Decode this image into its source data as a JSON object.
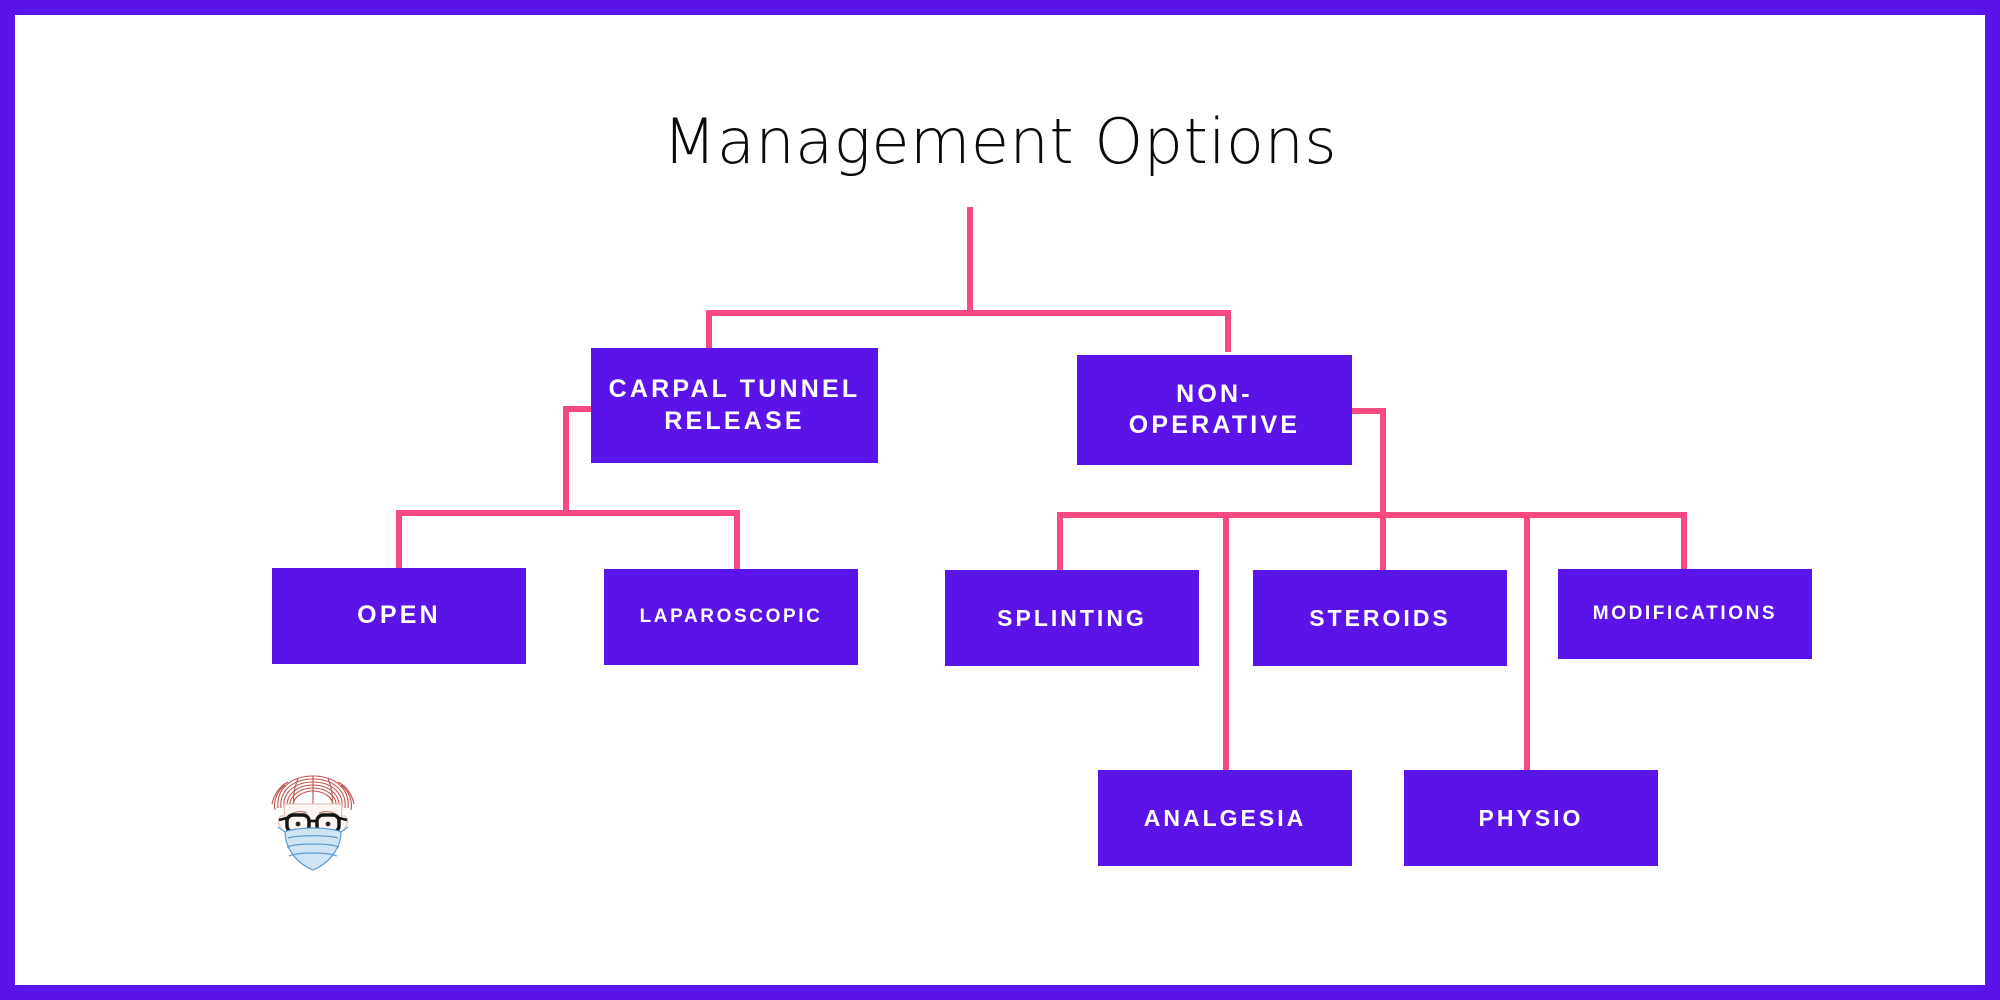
{
  "page": {
    "title": "Management Options",
    "background": "#ffffff",
    "frame_color": "#5a14e8",
    "node_color": "#5a14e8",
    "node_text_color": "#ffffff",
    "connector_color": "#f5497f",
    "title_color": "#0a0a0a"
  },
  "diagram": {
    "type": "tree",
    "root": "Management Options",
    "nodes": [
      {
        "id": "carpal-tunnel-release",
        "label": "CARPAL TUNNEL RELEASE",
        "level": 1,
        "parent": "Management Options"
      },
      {
        "id": "non-operative",
        "label": "NON-OPERATIVE",
        "level": 1,
        "parent": "Management Options"
      },
      {
        "id": "open",
        "label": "OPEN",
        "level": 2,
        "parent": "carpal-tunnel-release"
      },
      {
        "id": "laparoscopic",
        "label": "LAPAROSCOPIC",
        "level": 2,
        "parent": "carpal-tunnel-release"
      },
      {
        "id": "splinting",
        "label": "SPLINTING",
        "level": 2,
        "parent": "non-operative"
      },
      {
        "id": "steroids",
        "label": "STEROIDS",
        "level": 2,
        "parent": "non-operative"
      },
      {
        "id": "modifications",
        "label": "MODIFICATIONS",
        "level": 2,
        "parent": "non-operative"
      },
      {
        "id": "analgesia",
        "label": "ANALGESIA",
        "level": 3,
        "parent": "non-operative"
      },
      {
        "id": "physio",
        "label": "PHYSIO",
        "level": 3,
        "parent": "non-operative"
      }
    ]
  },
  "labels": {
    "root_title": "Management Options",
    "carpal_tunnel_release_line1": "CARPAL TUNNEL",
    "carpal_tunnel_release_line2": "RELEASE",
    "non_operative_line1": "NON-",
    "non_operative_line2": "OPERATIVE",
    "open": "OPEN",
    "laparoscopic": "LAPAROSCOPIC",
    "splinting": "SPLINTING",
    "steroids": "STEROIDS",
    "modifications": "MODIFICATIONS",
    "analgesia": "ANALGESIA",
    "physio": "PHYSIO"
  },
  "avatar": {
    "name": "masked-doctor-avatar",
    "hair_color": "#c4504a",
    "mask_color": "#bcd9f0",
    "glasses_color": "#111111",
    "skin_color": "#fdf4f0"
  }
}
